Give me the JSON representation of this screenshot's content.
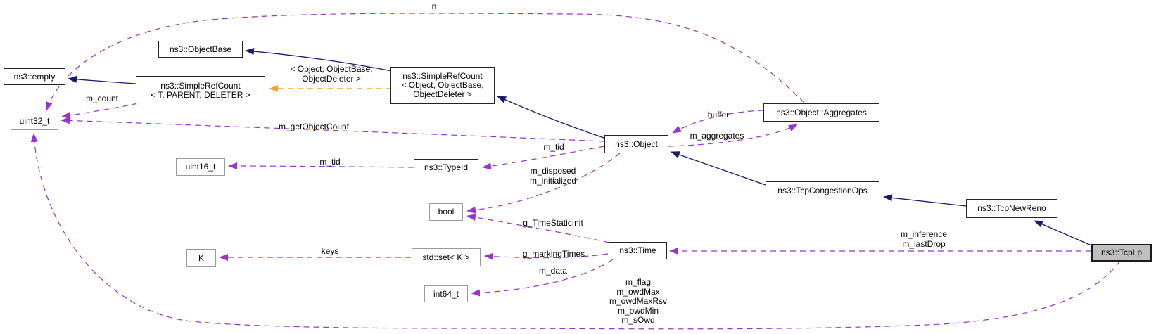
{
  "diagram_type": "doxygen-collaboration-graph",
  "colors": {
    "usage_edge": "#9a32cd",
    "inheritance_edge": "#191970",
    "template_edge": "#ffa22c",
    "node_fill": "#ffffff",
    "current_node_fill": "#bfbfbf",
    "class_border": "#232323",
    "primitive_border": "#9a9a9a"
  },
  "nodes": [
    {
      "label": "ns3::empty",
      "kind": "class"
    },
    {
      "label": "uint32_t",
      "kind": "primitive"
    },
    {
      "label": "ns3::ObjectBase",
      "kind": "class"
    },
    {
      "label": "ns3::SimpleRefCount\n< T, PARENT, DELETER >",
      "kind": "class"
    },
    {
      "label": "ns3::SimpleRefCount\n< Object, ObjectBase,\nObjectDeleter >",
      "kind": "class"
    },
    {
      "label": "uint16_t",
      "kind": "primitive"
    },
    {
      "label": "ns3::TypeId",
      "kind": "class"
    },
    {
      "label": "bool",
      "kind": "primitive"
    },
    {
      "label": "K",
      "kind": "primitive"
    },
    {
      "label": "std::set< K >",
      "kind": "primitive"
    },
    {
      "label": "int64_t",
      "kind": "primitive"
    },
    {
      "label": "ns3::Time",
      "kind": "class"
    },
    {
      "label": "ns3::Object",
      "kind": "class"
    },
    {
      "label": "ns3::Object::Aggregates",
      "kind": "class"
    },
    {
      "label": "ns3::TcpCongestionOps",
      "kind": "class"
    },
    {
      "label": "ns3::TcpNewReno",
      "kind": "class"
    },
    {
      "label": "ns3::TcpLp",
      "kind": "current"
    }
  ],
  "edges": [
    {
      "from": "ns3::Object::Aggregates",
      "to": "uint32_t",
      "relation": "usage",
      "label": "n"
    },
    {
      "from": "ns3::SimpleRefCount< T, PARENT, DELETER >",
      "to": "uint32_t",
      "relation": "usage",
      "label": "m_count"
    },
    {
      "from": "ns3::SimpleRefCount< Object, ObjectBase, ObjectDeleter >",
      "to": "ns3::SimpleRefCount< T, PARENT, DELETER >",
      "relation": "template-instance",
      "label": "< Object, ObjectBase,\nObjectDeleter >"
    },
    {
      "from": "ns3::Object",
      "to": "uint32_t",
      "relation": "usage",
      "label": "m_getObjectCount"
    },
    {
      "from": "ns3::Object",
      "to": "ns3::TypeId",
      "relation": "usage",
      "label": "m_tid"
    },
    {
      "from": "ns3::TypeId",
      "to": "uint16_t",
      "relation": "usage",
      "label": "m_tid"
    },
    {
      "from": "ns3::Object",
      "to": "bool",
      "relation": "usage",
      "label": "m_disposed\nm_initialized"
    },
    {
      "from": "ns3::Object::Aggregates",
      "to": "ns3::Object",
      "relation": "usage",
      "label": "buffer"
    },
    {
      "from": "ns3::Object",
      "to": "ns3::Object::Aggregates",
      "relation": "usage",
      "label": "m_aggregates"
    },
    {
      "from": "ns3::Time",
      "to": "bool",
      "relation": "usage",
      "label": "g_TimeStaticInit"
    },
    {
      "from": "ns3::Time",
      "to": "std::set< K >",
      "relation": "usage",
      "label": "g_markingTimes"
    },
    {
      "from": "ns3::Time",
      "to": "int64_t",
      "relation": "usage",
      "label": "m_data"
    },
    {
      "from": "std::set< K >",
      "to": "K",
      "relation": "usage",
      "label": "keys"
    },
    {
      "from": "ns3::TcpLp",
      "to": "ns3::Time",
      "relation": "usage",
      "label": "m_inference\nm_lastDrop"
    },
    {
      "from": "ns3::TcpLp",
      "to": "uint32_t",
      "relation": "usage",
      "label": "m_flag\nm_owdMax\nm_owdMaxRsv\nm_owdMin\nm_sOwd"
    },
    {
      "from": "ns3::SimpleRefCount< T, PARENT, DELETER >",
      "to": "ns3::empty",
      "relation": "inheritance",
      "label": ""
    },
    {
      "from": "ns3::SimpleRefCount< Object, ObjectBase, ObjectDeleter >",
      "to": "ns3::ObjectBase",
      "relation": "inheritance",
      "label": ""
    },
    {
      "from": "ns3::Object",
      "to": "ns3::SimpleRefCount< Object, ObjectBase, ObjectDeleter >",
      "relation": "inheritance",
      "label": ""
    },
    {
      "from": "ns3::TcpCongestionOps",
      "to": "ns3::Object",
      "relation": "inheritance",
      "label": ""
    },
    {
      "from": "ns3::TcpNewReno",
      "to": "ns3::TcpCongestionOps",
      "relation": "inheritance",
      "label": ""
    },
    {
      "from": "ns3::TcpLp",
      "to": "ns3::TcpNewReno",
      "relation": "inheritance",
      "label": ""
    }
  ]
}
